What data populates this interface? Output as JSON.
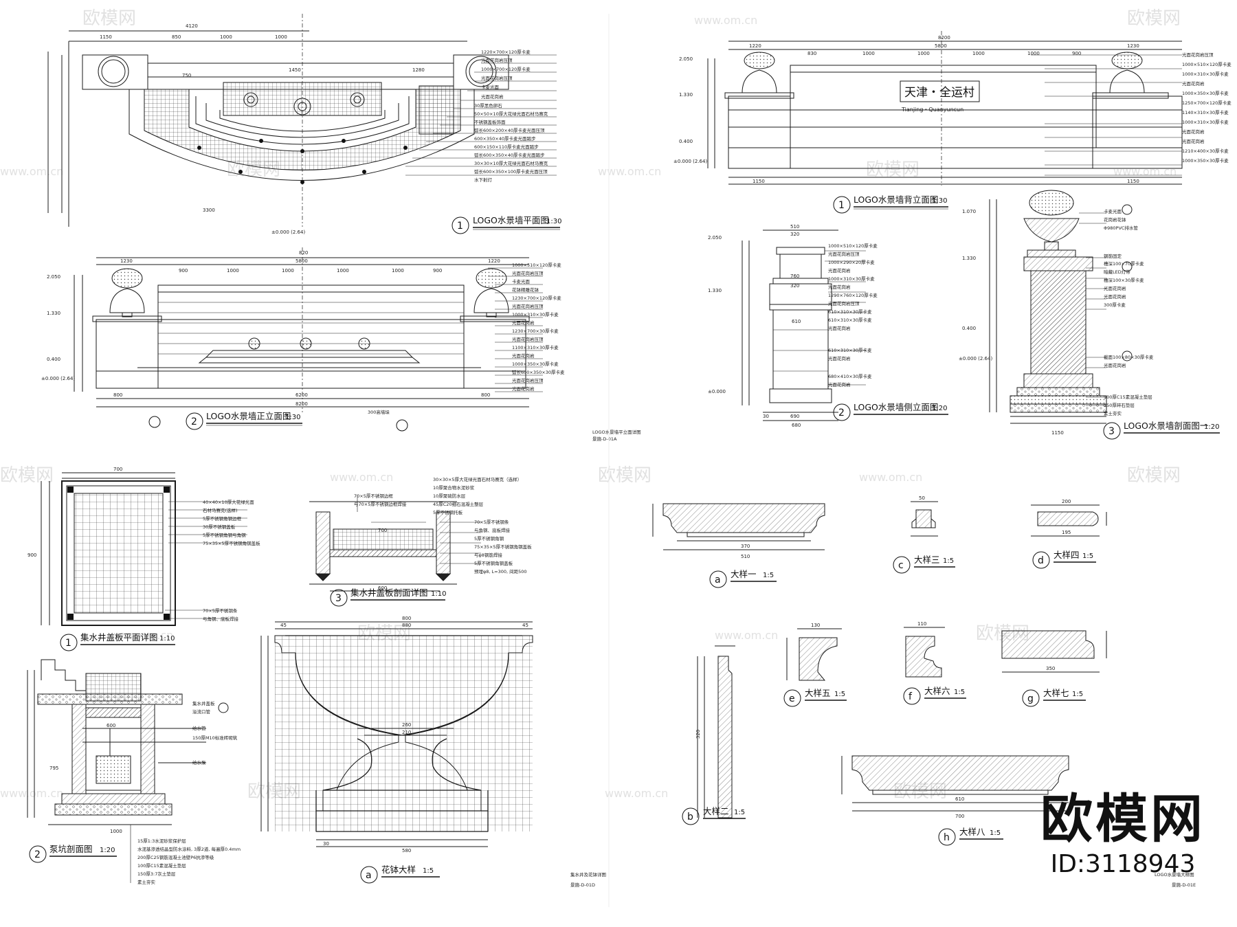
{
  "watermark": {
    "text": "欧模网",
    "url": "www.om.cn"
  },
  "brand": {
    "name": "欧模网",
    "id": "ID:3118943"
  },
  "drawings": {
    "plan": {
      "num": "1",
      "title": "LOGO水景墙平面图",
      "scale": "1:30",
      "elev": "±0.000 (2.64)"
    },
    "front": {
      "num": "2",
      "title": "LOGO水景墙正立面图",
      "scale": "1:30",
      "dims": [
        "820",
        "1230",
        "5800",
        "1220",
        "900",
        "1000",
        "1000",
        "1000",
        "1000",
        "900",
        "800",
        "6200",
        "800",
        "8200"
      ],
      "levels": [
        "2.050",
        "1.330",
        "0.400",
        "±0.000 (2.64)"
      ]
    },
    "back": {
      "num": "1",
      "title": "LOGO水景墙背立面图",
      "scale": "1:30",
      "sign_cn": "天津・全运村",
      "sign_en": "Tianjing・Quanyuncun",
      "dims": [
        "8200",
        "1220",
        "5800",
        "1230",
        "830",
        "1000",
        "1000",
        "1000",
        "1000",
        "900",
        "1150",
        "1150"
      ],
      "levels": [
        "2.050",
        "1.330",
        "0.400",
        "±0.000 (2.64)"
      ]
    },
    "side": {
      "num": "2",
      "title": "LOGO水景墙侧立面图",
      "scale": "1:20",
      "dims": [
        "510",
        "320",
        "760",
        "320",
        "610",
        "680",
        "30",
        "690"
      ],
      "levels": [
        "2.050",
        "1.330",
        "±0.000"
      ]
    },
    "section": {
      "num": "3",
      "title": "LOGO水景墙剖面图一",
      "scale": "1:20",
      "dims": [
        "1150"
      ],
      "levels": [
        "1.070",
        "1.330",
        "0.400",
        "±0.000 (2.64)"
      ]
    },
    "cover_plan": {
      "num": "1",
      "title": "集水井盖板平面详图",
      "scale": "1:10",
      "dims": [
        "700",
        "900"
      ]
    },
    "cover_section": {
      "num": "3",
      "title": "集水井盖板剖面详图",
      "scale": "1:10",
      "dims": [
        "700",
        "600"
      ]
    },
    "pump": {
      "num": "2",
      "title": "泵坑剖面图",
      "scale": "1:20",
      "dims": [
        "600",
        "795",
        "1000"
      ]
    },
    "planter": {
      "num": "a",
      "title": "花钵大样",
      "scale": "1:5",
      "dims": [
        "800",
        "45",
        "880",
        "45",
        "260",
        "210",
        "30",
        "580"
      ]
    },
    "details": [
      {
        "num": "a",
        "title": "大样一",
        "scale": "1:5",
        "dims": [
          "510",
          "370"
        ]
      },
      {
        "num": "b",
        "title": "大样二",
        "scale": "1:5",
        "dims": [
          "320"
        ]
      },
      {
        "num": "c",
        "title": "大样三",
        "scale": "1:5",
        "dims": [
          "50"
        ]
      },
      {
        "num": "d",
        "title": "大样四",
        "scale": "1:5",
        "dims": [
          "200",
          "195"
        ]
      },
      {
        "num": "e",
        "title": "大样五",
        "scale": "1:5",
        "dims": [
          "130"
        ]
      },
      {
        "num": "f",
        "title": "大样六",
        "scale": "1:5",
        "dims": [
          "110"
        ]
      },
      {
        "num": "g",
        "title": "大样七",
        "scale": "1:5",
        "dims": [
          "350"
        ]
      },
      {
        "num": "h",
        "title": "大样八",
        "scale": "1:5",
        "dims": [
          "610",
          "700"
        ]
      }
    ]
  },
  "sheet_notes": {
    "sheet1": "LOGO水景墙平立面详图",
    "sheet1_no": "景施-D-01A",
    "sheet2": "集水井及花钵详图",
    "sheet2_no": "景施-D-01D",
    "sheet3": "LOGO水景墙大样图",
    "sheet3_no": "景施-D-01E"
  },
  "colors": {
    "line": "#1a1a1a",
    "hatch": "#444444",
    "watermark": "#c9c9c9"
  }
}
